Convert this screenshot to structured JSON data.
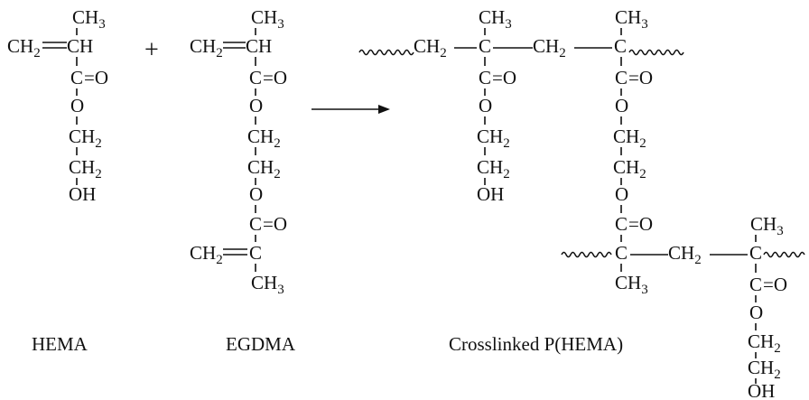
{
  "labels": {
    "ch3": "CH3",
    "ch2": "CH2",
    "ch": "CH",
    "c": "C",
    "o": "O",
    "eq_o": "=O",
    "oh": "OH",
    "plus": "+"
  },
  "captions": {
    "hema": "HEMA",
    "egdma": "EGDMA",
    "product": "Crosslinked P(HEMA)"
  }
}
